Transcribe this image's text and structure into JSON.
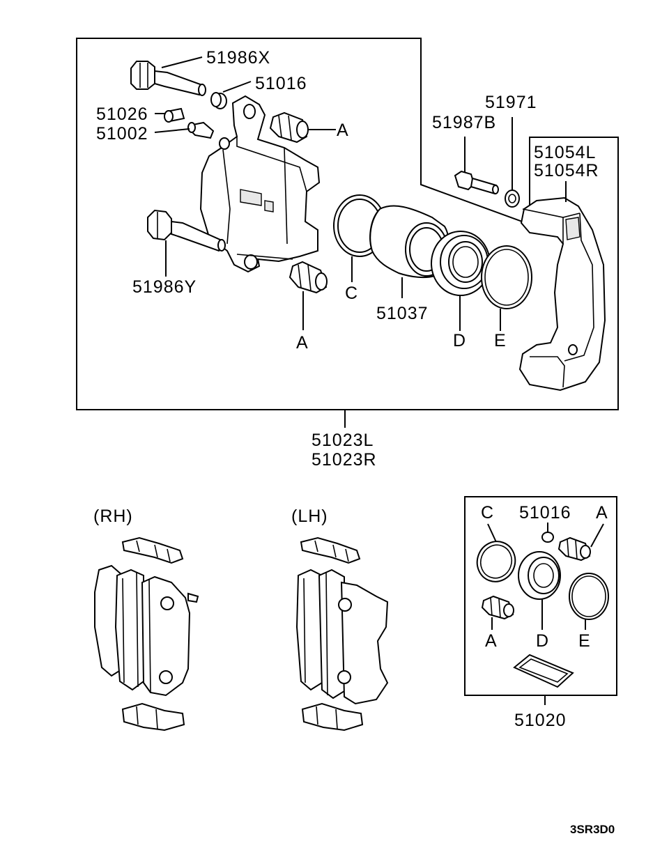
{
  "labels": {
    "bolt_x": "51986X",
    "bushing_top": "51016",
    "cap": "51026",
    "bleeder": "51002",
    "bolt_y": "51986Y",
    "boot_a_top": "A",
    "boot_a_bottom": "A",
    "seal_c": "C",
    "piston": "51037",
    "boot_d": "D",
    "ring_e": "E",
    "washer": "51971",
    "bolt_b": "51987B",
    "bracket_l": "51054L",
    "bracket_r": "51054R",
    "assembly_l": "51023L",
    "assembly_r": "51023R",
    "rh": "(RH)",
    "lh": "(LH)",
    "kit_c": "C",
    "kit_bushing": "51016",
    "kit_a_top": "A",
    "kit_a_bottom": "A",
    "kit_d": "D",
    "kit_e": "E",
    "kit_number": "51020",
    "diagram_code": "3SR3D0"
  }
}
